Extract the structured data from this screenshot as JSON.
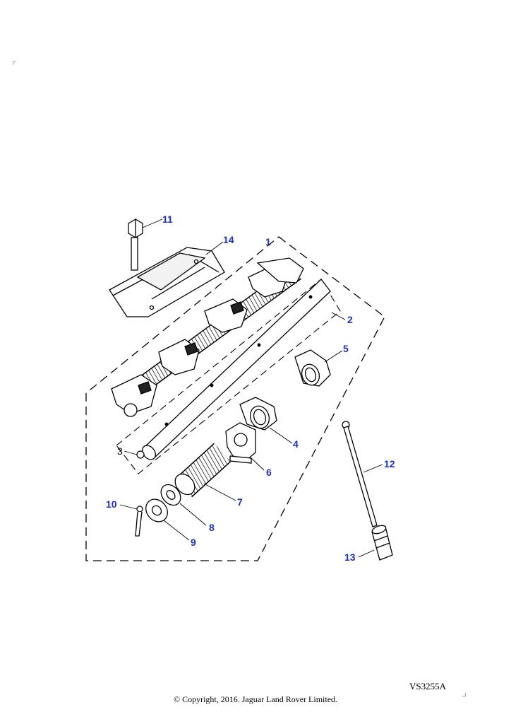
{
  "drawing": {
    "reference": "VS3255A",
    "copyright": "© Copyright, 2016. Jaguar Land Rover Limited.",
    "callouts": [
      {
        "num": "1"
      },
      {
        "num": "2"
      },
      {
        "num": "3"
      },
      {
        "num": "4"
      },
      {
        "num": "5"
      },
      {
        "num": "6"
      },
      {
        "num": "7"
      },
      {
        "num": "8"
      },
      {
        "num": "9"
      },
      {
        "num": "10"
      },
      {
        "num": "11"
      },
      {
        "num": "12"
      },
      {
        "num": "13"
      },
      {
        "num": "14"
      }
    ]
  },
  "colors": {
    "callout": "#1a2fc8",
    "line": "#000000"
  }
}
